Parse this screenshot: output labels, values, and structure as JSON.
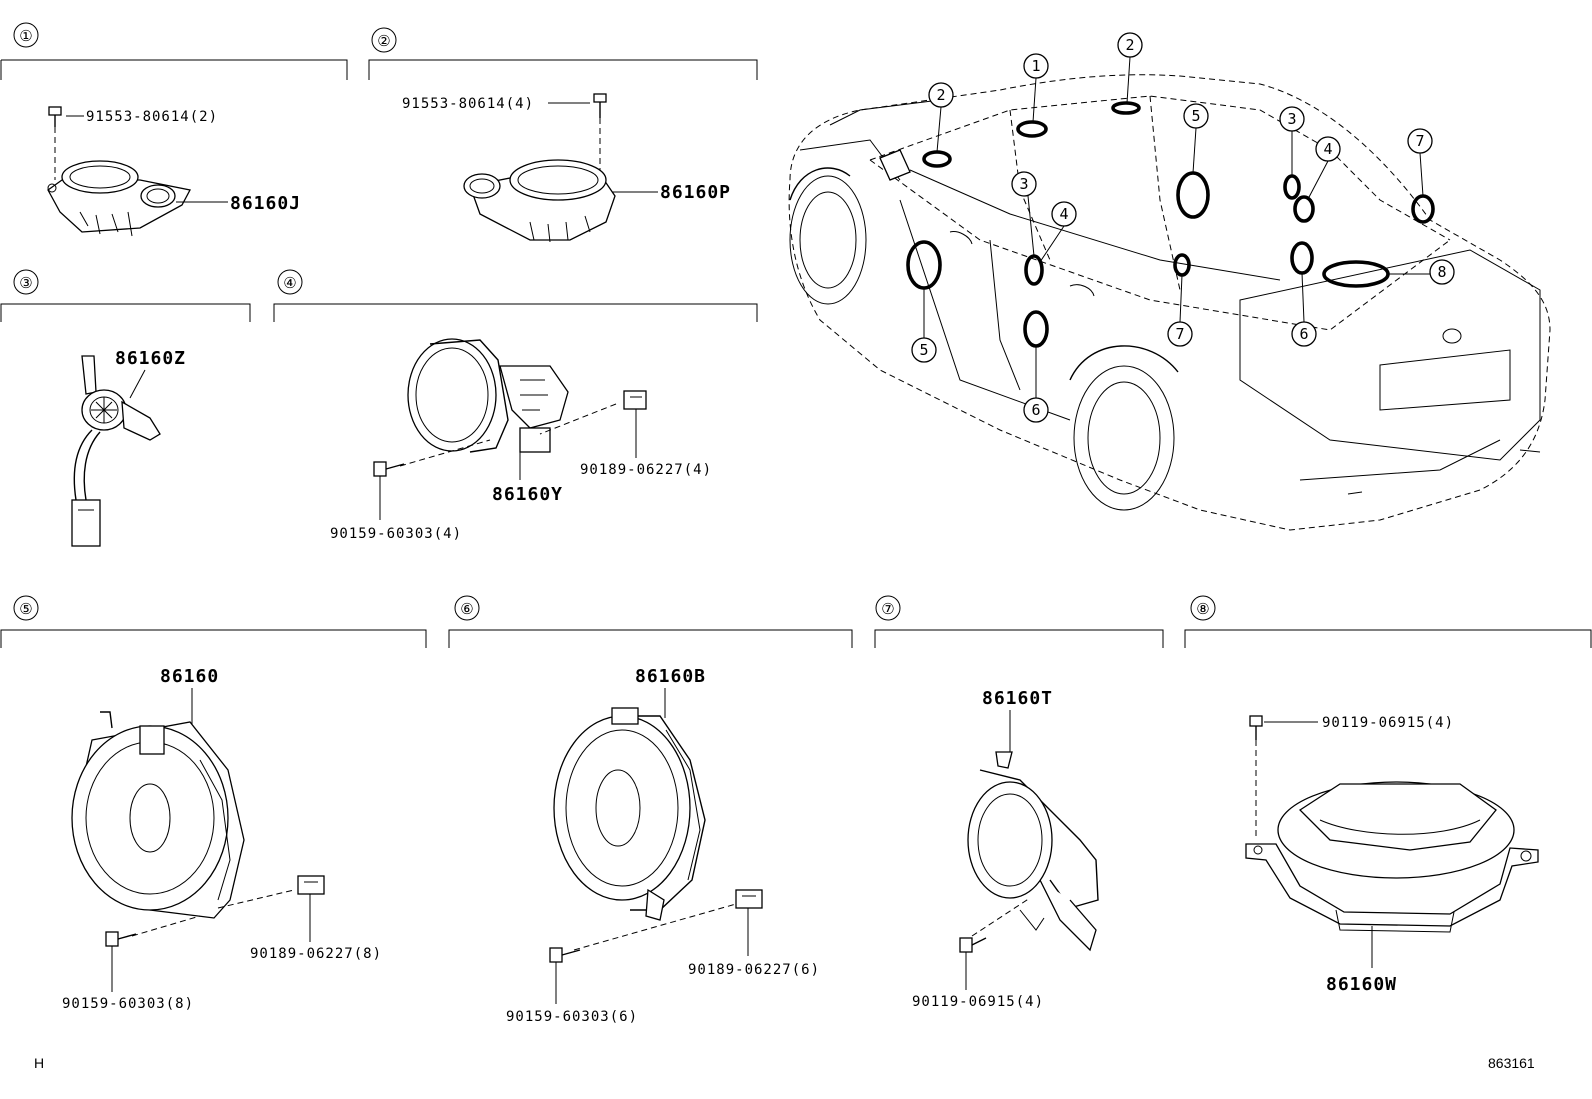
{
  "sections": [
    {
      "index": "①",
      "parts": [
        "91553-80614(2)",
        "86160J"
      ]
    },
    {
      "index": "②",
      "parts": [
        "91553-80614(4)",
        "86160P"
      ]
    },
    {
      "index": "③",
      "parts": [
        "86160Z"
      ]
    },
    {
      "index": "④",
      "parts": [
        "90189-06227(4)",
        "86160Y",
        "90159-60303(4)"
      ]
    },
    {
      "index": "⑤",
      "parts": [
        "86160",
        "90189-06227(8)",
        "90159-60303(8)"
      ]
    },
    {
      "index": "⑥",
      "parts": [
        "86160B",
        "90189-06227(6)",
        "90159-60303(6)"
      ]
    },
    {
      "index": "⑦",
      "parts": [
        "86160T",
        "90119-06915(4)"
      ]
    },
    {
      "index": "⑧",
      "parts": [
        "90119-06915(4)",
        "86160W"
      ]
    }
  ],
  "car_callouts": [
    "1",
    "2",
    "2",
    "3",
    "3",
    "4",
    "4",
    "5",
    "5",
    "6",
    "6",
    "7",
    "7",
    "8"
  ],
  "footer": {
    "left": "H",
    "right": "863161"
  }
}
